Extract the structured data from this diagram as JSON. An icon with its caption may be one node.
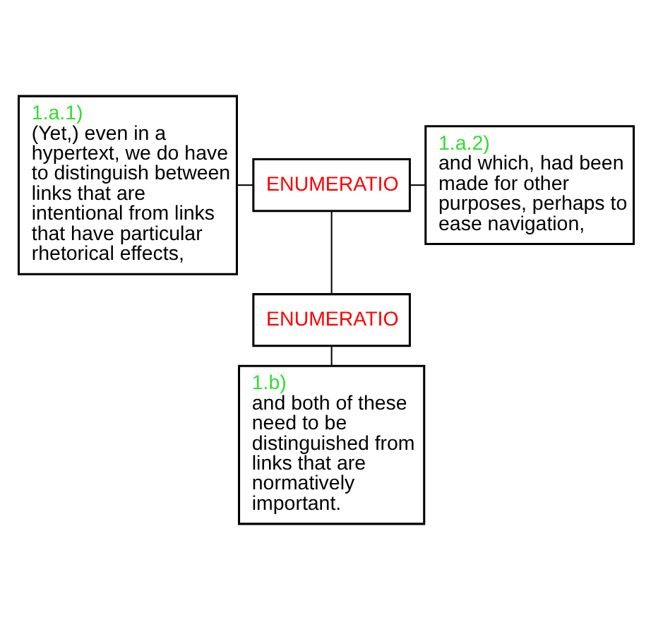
{
  "diagram": {
    "nodes": [
      {
        "text": [
          "1.a.1)",
          "(Yet,) even in a hypertext, we do have to distinguish between links that are intentional from links that have particular rhetorical effects,"
        ]
      },
      {
        "text": [
          "ENUMERATIO"
        ]
      },
      {
        "text": [
          "1.a.2)",
          "and which, had been made for other purposes, perhaps to ease navigation,"
        ]
      },
      {
        "text": [
          "ENUMERATIO"
        ]
      },
      {
        "text": [
          "1.b)",
          "and both of these need to be distinguished from links that are normatively important."
        ]
      }
    ],
    "edges": [
      {
        "from": 0,
        "to": 1,
        "arrow": "none"
      },
      {
        "from": 1,
        "to": 2,
        "arrow": "none"
      },
      {
        "from": 1,
        "to": 3,
        "arrow": "none"
      },
      {
        "from": 3,
        "to": 4,
        "arrow": "none"
      }
    ]
  }
}
